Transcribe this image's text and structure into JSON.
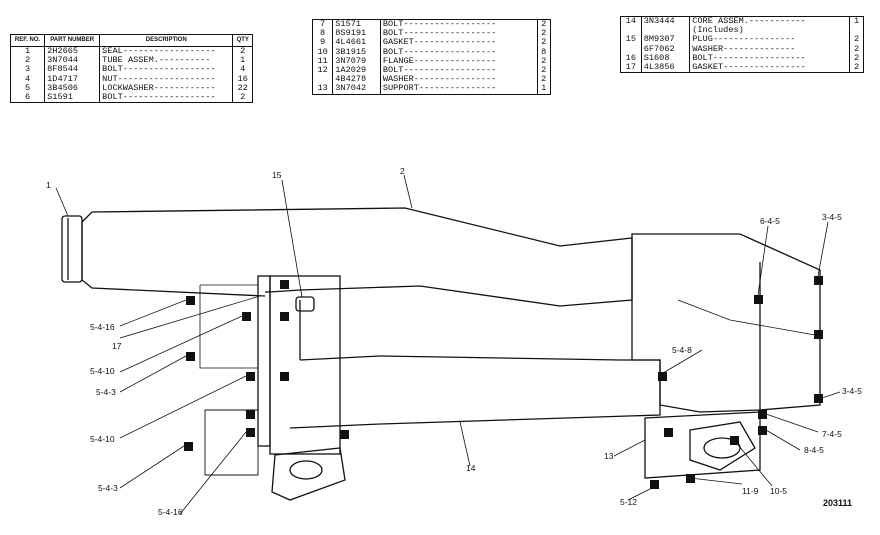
{
  "tables": [
    {
      "headers": {
        "ref": "REF. NO.",
        "part": "PART NUMBER",
        "desc": "DESCRIPTION",
        "qty": "QTY"
      },
      "rows": [
        {
          "ref": "1",
          "part": "2H2665",
          "desc": "SEAL------------------",
          "qty": "2"
        },
        {
          "ref": "2",
          "part": "3N7044",
          "desc": "TUBE ASSEM.----------",
          "qty": "1"
        },
        {
          "ref": "3",
          "part": "8F8544",
          "desc": "BOLT------------------",
          "qty": "4"
        },
        {
          "ref": "4",
          "part": "1D4717",
          "desc": "NUT-------------------",
          "qty": "16"
        },
        {
          "ref": "5",
          "part": "3B4506",
          "desc": "LOCKWASHER------------",
          "qty": "22"
        },
        {
          "ref": "6",
          "part": "S1591",
          "desc": "BOLT------------------",
          "qty": "2"
        }
      ]
    },
    {
      "rows": [
        {
          "ref": "7",
          "part": "S1571",
          "desc": "BOLT------------------",
          "qty": "2"
        },
        {
          "ref": "8",
          "part": "8S9191",
          "desc": "BOLT------------------",
          "qty": "2"
        },
        {
          "ref": "9",
          "part": "4L4661",
          "desc": "GASKET----------------",
          "qty": "2"
        },
        {
          "ref": "10",
          "part": "3B1915",
          "desc": "BOLT------------------",
          "qty": "8"
        },
        {
          "ref": "11",
          "part": "3N7079",
          "desc": "FLANGE----------------",
          "qty": "2"
        },
        {
          "ref": "12",
          "part": "1A2029",
          "desc": "BOLT------------------",
          "qty": "2"
        },
        {
          "ref": "",
          "part": "4B4278",
          "desc": "WASHER----------------",
          "qty": "2"
        },
        {
          "ref": "13",
          "part": "3N7042",
          "desc": "SUPPORT---------------",
          "qty": "1"
        }
      ]
    },
    {
      "rows": [
        {
          "ref": "14",
          "part": "3N3444",
          "desc": "CORE ASSEM.-----------",
          "qty": "1"
        },
        {
          "ref": "",
          "part": "",
          "desc": "  (Includes)",
          "qty": ""
        },
        {
          "ref": "15",
          "part": "8M9307",
          "desc": "  PLUG----------------",
          "qty": "2"
        },
        {
          "ref": "",
          "part": "6F7062",
          "desc": "  WASHER--------------",
          "qty": "2"
        },
        {
          "ref": "16",
          "part": "S1608",
          "desc": "BOLT------------------",
          "qty": "2"
        },
        {
          "ref": "17",
          "part": "4L3856",
          "desc": "GASKET----------------",
          "qty": "2"
        }
      ]
    }
  ],
  "callouts": [
    "1",
    "2",
    "15",
    "6-4-5",
    "3-4-5",
    "5-4-16",
    "17",
    "5-4-10",
    "5-4-3",
    "5-4-10",
    "5-4-3",
    "5-4-16",
    "5-4-8",
    "3-4-5",
    "7-4-5",
    "8-4-5",
    "14",
    "13",
    "11-9",
    "10-5",
    "5-12"
  ],
  "figure_number": "203111"
}
